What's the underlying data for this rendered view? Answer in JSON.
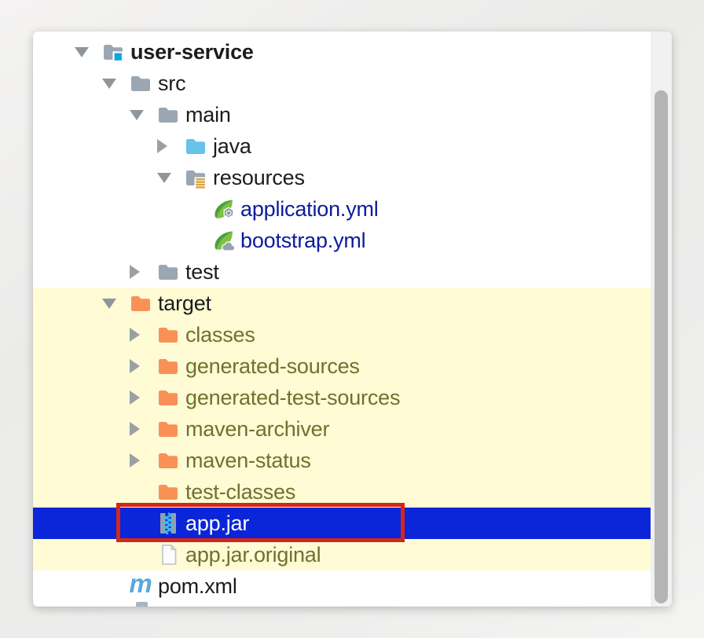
{
  "window": {
    "view": "project-file-tree"
  },
  "tree": {
    "selected_item": "app.jar",
    "annotated_item": "app.jar",
    "items": [
      {
        "label": "user-service",
        "type": "project-root-folder",
        "expanded": true
      },
      {
        "label": "src",
        "type": "folder",
        "expanded": true
      },
      {
        "label": "main",
        "type": "folder",
        "expanded": true
      },
      {
        "label": "java",
        "type": "sources-root-folder",
        "expanded": false
      },
      {
        "label": "resources",
        "type": "resources-root-folder",
        "expanded": true
      },
      {
        "label": "application.yml",
        "type": "spring-config-file"
      },
      {
        "label": "bootstrap.yml",
        "type": "spring-cloud-config-file"
      },
      {
        "label": "test",
        "type": "folder",
        "expanded": false
      },
      {
        "label": "target",
        "type": "excluded-folder",
        "expanded": true,
        "highlighted": true
      },
      {
        "label": "classes",
        "type": "excluded-folder",
        "expanded": false,
        "highlighted": true
      },
      {
        "label": "generated-sources",
        "type": "excluded-folder",
        "expanded": false,
        "highlighted": true
      },
      {
        "label": "generated-test-sources",
        "type": "excluded-folder",
        "expanded": false,
        "highlighted": true
      },
      {
        "label": "maven-archiver",
        "type": "excluded-folder",
        "expanded": false,
        "highlighted": true
      },
      {
        "label": "maven-status",
        "type": "excluded-folder",
        "expanded": false,
        "highlighted": true
      },
      {
        "label": "test-classes",
        "type": "excluded-folder",
        "highlighted": true
      },
      {
        "label": "app.jar",
        "type": "jar-archive-file",
        "selected": true,
        "annotated": true
      },
      {
        "label": "app.jar.original",
        "type": "file",
        "highlighted": true
      },
      {
        "label": "pom.xml",
        "type": "maven-pom-file"
      }
    ]
  },
  "colors": {
    "selection_blue": "#0a26d8",
    "highlight_yellow": "#fefbd5",
    "annotation_red": "#d5261c",
    "folder_gray": "#9aa7b2",
    "folder_blue": "#66c3ea",
    "folder_orange": "#f99157",
    "project_badge_cyan": "#0aa6e4",
    "resources_badge_orange": "#d9a23c",
    "spring_green": "#7bc143",
    "maven_blue": "#56aadc",
    "yml_text_navy": "#0a1b9e",
    "excluded_text_olive": "#6e722d",
    "scrollbar_thumb": "#b4b4b4"
  }
}
